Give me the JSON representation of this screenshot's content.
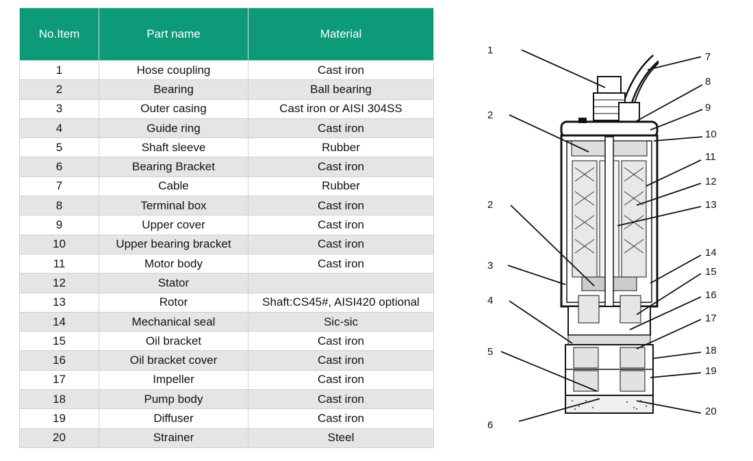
{
  "table": {
    "headers": {
      "no": "No.Item",
      "part": "Part name",
      "material": "Material"
    },
    "rows": [
      {
        "no": "1",
        "part": "Hose coupling",
        "material": "Cast iron"
      },
      {
        "no": "2",
        "part": "Bearing",
        "material": "Ball bearing"
      },
      {
        "no": "3",
        "part": "Outer casing",
        "material": "Cast iron or AISI 304SS"
      },
      {
        "no": "4",
        "part": "Guide ring",
        "material": "Cast iron"
      },
      {
        "no": "5",
        "part": "Shaft sleeve",
        "material": "Rubber"
      },
      {
        "no": "6",
        "part": "Bearing Bracket",
        "material": "Cast iron"
      },
      {
        "no": "7",
        "part": "Cable",
        "material": "Rubber"
      },
      {
        "no": "8",
        "part": "Terminal box",
        "material": "Cast iron"
      },
      {
        "no": "9",
        "part": "Upper cover",
        "material": "Cast iron"
      },
      {
        "no": "10",
        "part": "Upper bearing bracket",
        "material": "Cast iron"
      },
      {
        "no": "11",
        "part": "Motor body",
        "material": "Cast iron"
      },
      {
        "no": "12",
        "part": "Stator",
        "material": ""
      },
      {
        "no": "13",
        "part": "Rotor",
        "material": "Shaft:CS45#, AISI420 optional"
      },
      {
        "no": "14",
        "part": "Mechanical seal",
        "material": "Sic-sic"
      },
      {
        "no": "15",
        "part": "Oil bracket",
        "material": "Cast iron"
      },
      {
        "no": "16",
        "part": "Oil bracket cover",
        "material": "Cast iron"
      },
      {
        "no": "17",
        "part": "Impeller",
        "material": "Cast iron"
      },
      {
        "no": "18",
        "part": "Pump body",
        "material": "Cast iron"
      },
      {
        "no": "19",
        "part": "Diffuser",
        "material": "Cast iron"
      },
      {
        "no": "20",
        "part": "Strainer",
        "material": "Steel"
      }
    ]
  },
  "diagram": {
    "callouts": [
      "1",
      "2",
      "2",
      "3",
      "4",
      "5",
      "6",
      "7",
      "8",
      "9",
      "10",
      "11",
      "12",
      "13",
      "14",
      "15",
      "16",
      "17",
      "18",
      "19",
      "20"
    ]
  },
  "colors": {
    "header_bg": "#0d9a78",
    "stripe": "#e5e5e5"
  }
}
